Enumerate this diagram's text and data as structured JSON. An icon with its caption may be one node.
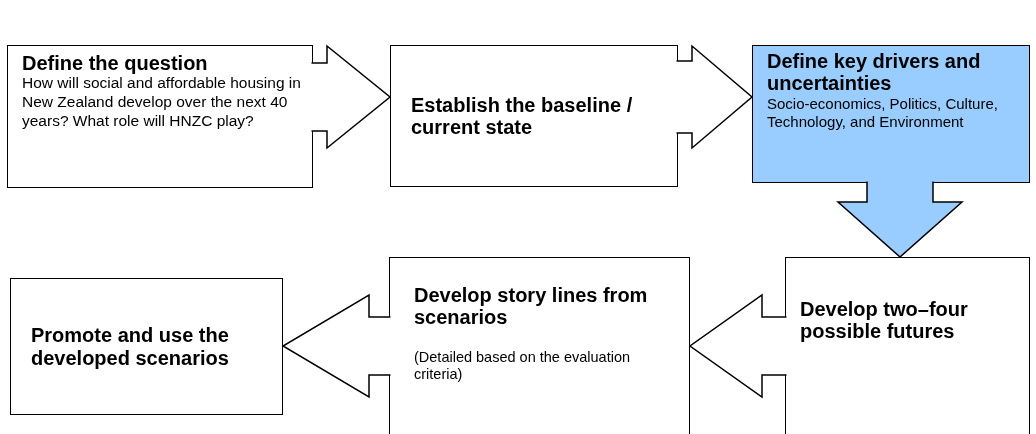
{
  "diagram": {
    "nodes": [
      {
        "text": [
          "Define the question",
          "How will social and affordable housing in New Zealand develop over the next 40 years? What role will HNZC play?"
        ]
      },
      {
        "text": [
          "Establish the baseline / current state"
        ]
      },
      {
        "text": [
          "Define key drivers and uncertainties",
          "Socio-economics, Politics, Culture, Technology, and Environment"
        ]
      },
      {
        "text": [
          "Develop two–four possible futures"
        ]
      },
      {
        "text": [
          "Develop story lines from scenarios",
          "(Detailed based on the evaluation criteria)"
        ]
      },
      {
        "text": [
          "Promote and use the developed scenarios"
        ]
      }
    ],
    "edges": [
      {
        "from": 0,
        "to": 1,
        "arrow": "to"
      },
      {
        "from": 1,
        "to": 2,
        "arrow": "to"
      },
      {
        "from": 2,
        "to": 3,
        "arrow": "to"
      },
      {
        "from": 3,
        "to": 4,
        "arrow": "to"
      },
      {
        "from": 4,
        "to": 5,
        "arrow": "to"
      }
    ]
  }
}
